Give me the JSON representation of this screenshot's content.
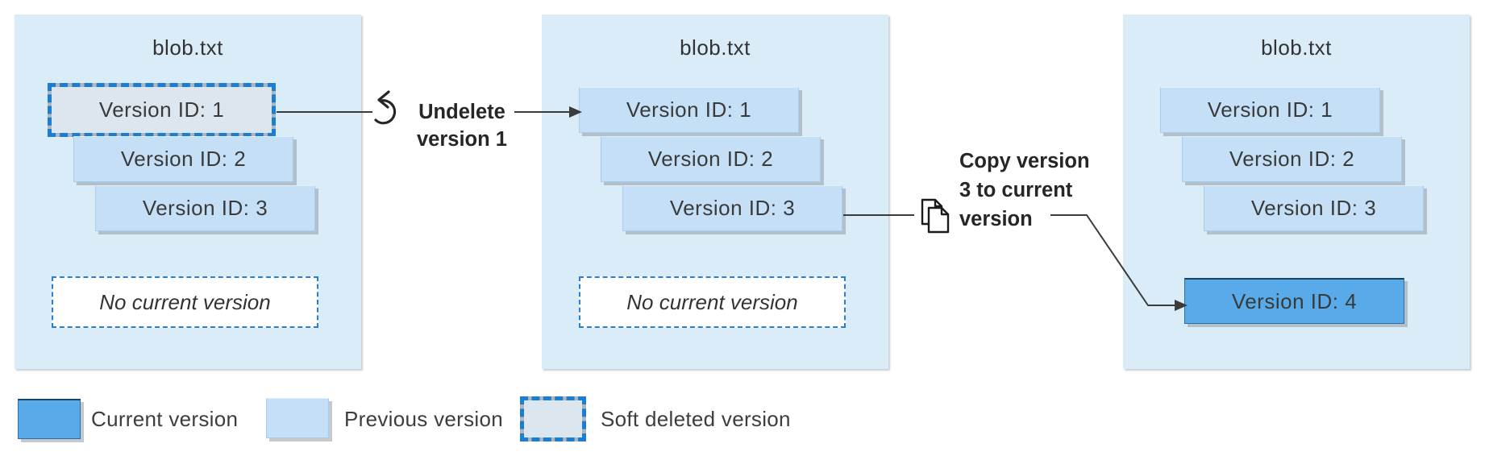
{
  "panels": [
    {
      "title": "blob.txt",
      "boxes": [
        {
          "label": "Version ID: 1",
          "state": "soft-deleted"
        },
        {
          "label": "Version ID: 2",
          "state": "previous"
        },
        {
          "label": "Version ID: 3",
          "state": "previous"
        }
      ],
      "current_slot": {
        "label": "No current version",
        "state": "empty"
      }
    },
    {
      "title": "blob.txt",
      "boxes": [
        {
          "label": "Version ID: 1",
          "state": "previous"
        },
        {
          "label": "Version ID: 2",
          "state": "previous"
        },
        {
          "label": "Version ID: 3",
          "state": "previous"
        }
      ],
      "current_slot": {
        "label": "No current version",
        "state": "empty"
      }
    },
    {
      "title": "blob.txt",
      "boxes": [
        {
          "label": "Version ID: 1",
          "state": "previous"
        },
        {
          "label": "Version ID: 2",
          "state": "previous"
        },
        {
          "label": "Version ID: 3",
          "state": "previous"
        }
      ],
      "current_slot": {
        "label": "Version ID: 4",
        "state": "current"
      }
    }
  ],
  "actions": [
    {
      "label": "Undelete version 1",
      "icon": "undo-icon"
    },
    {
      "label": "Copy version 3 to current version",
      "icon": "copy-icon"
    }
  ],
  "legend": [
    {
      "label": "Current version",
      "swatch": "current"
    },
    {
      "label": "Previous version",
      "swatch": "previous"
    },
    {
      "label": "Soft deleted version",
      "swatch": "soft-deleted"
    }
  ],
  "colors": {
    "panel_bg": "#d9ecf8",
    "previous_fill": "#c5e0f6",
    "current_fill": "#58aae9",
    "soft_deleted_fill": "#dbe6ef",
    "soft_deleted_border_blue": "#1b7ed2",
    "soft_deleted_border_gray": "#b0b6bb",
    "empty_slot_border": "#2a7fd0",
    "arrow": "#3b3b3b",
    "text": "#3a3a3a"
  }
}
